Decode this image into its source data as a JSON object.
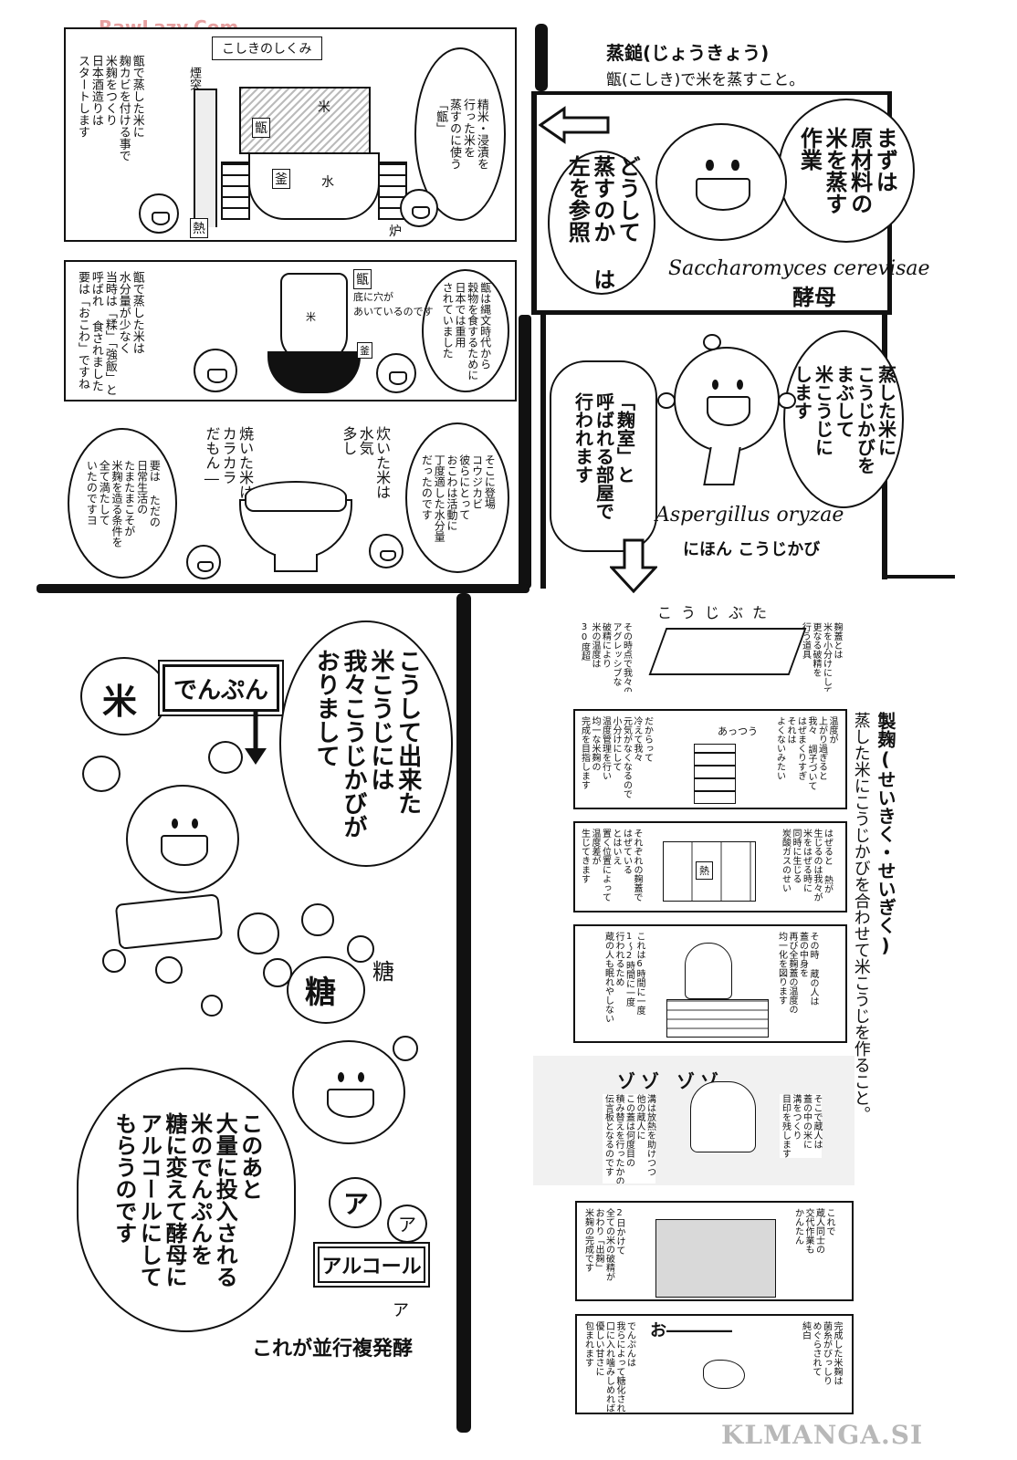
{
  "watermark_top": "RawLazy.Com",
  "watermark_bottom": "KLMANGA.SI",
  "heading": {
    "title": "蒸鎚(じょうきょう)",
    "subtitle": "甑(こしき)で米を蒸すこと。"
  },
  "panel1": {
    "label": "こしきのしくみ",
    "left_text": "甑で蒸した米に\n麹カビを付ける事で\n米麹をつくり\n日本酒造りは\nスタートします",
    "right_text": "精米・浸漬を\n行った米を\n蒸すのに使う\n「甑」",
    "diagram_labels": [
      "煙突",
      "甑",
      "米",
      "釜",
      "水",
      "熱",
      "炉"
    ]
  },
  "panel2": {
    "left_text": "甑で蒸した米は\n水分量が少なく\n当時は「糅」「強飯」と\n呼ばれ 食されました\n要は「おこわ」ですね",
    "right_text": "甑は縄文時代から\n穀物を食するために\n日本では重用\nされていました",
    "diagram_labels": [
      "甑",
      "底に穴が\nあいているのです",
      "米",
      "釜"
    ]
  },
  "panel3": {
    "left_text": "要は ただの\n日常生活の\nたまたまこそが\n米麹を造る条件を\n全て満たして\nいたのですヨ",
    "right_text": "そこに登場\nコウジカビ\n彼らにとって\nおこわは活動に\n丁度適した水分量\nだったのです",
    "note_baked": "焼いた米は\nカラカラ\nだもん―",
    "note_cooked": "炊いた米は\n水気\n多し"
  },
  "right_top": {
    "bubble1": "まずは\n原材料の\n米を蒸す\n作業",
    "bubble2": "どうして\n蒸すのか は\n左を参照",
    "latin": "Saccharomyces cerevisae",
    "latin_jp": "酵母"
  },
  "right_mid": {
    "bubble1": "蒸した米に\nこうじかびを\nまぶして\n米こうじに\nします",
    "bubble2": "「麹室」と\n呼ばれる部屋で\n行われます",
    "latin": "Aspergillus oryzae",
    "latin_jp": "にほん こうじかび"
  },
  "left_big": {
    "word_rice": "米",
    "word_starch": "でんぷん",
    "word_sugar": "糖",
    "word_a": "ア",
    "word_alcohol": "アルコール",
    "bubble1": "こうして出来た\n米こうじには\n我々こうじかびが\nおりまして",
    "bubble2": "このあと\n大量に投入される\n米のでんぷんを\n糖に変えて酵母に\nアルコールにして\nもらうのです",
    "caption": "これが並行複発酵"
  },
  "seikiku": {
    "title": "製麹(せいきく・せいぎく)",
    "subtitle": "蒸した米にこうじかびを合わせて米こうじを作ること。"
  },
  "strip": {
    "p1_label": "こうじぶた",
    "p1_text_a": "麹蓋とは\n米を小分けにして\n更なる破精を\n行う道具",
    "p1_text_b": "その時点で我々の\nアグレッシブな\n破精により\n米の温度は\n30度超",
    "p2_text_a": "温度が\n上がり過ぎると\n我々 調子づいて\nはぜまくりすぎ\nそれは\nよくないみたい",
    "p2_text_b": "だからって\n冷えて我々\n元気がなくなるので\n小分けにして\n温度管理を行い\n均一な米麹の\n完成を目指します",
    "p2_sfx": "あっつう",
    "p3_text_a": "はぜると 熱が\n生じるのは我々が\n米をはぜる時に\n同時に生じる\n炭酸ガスのせい",
    "p3_text_b": "それぞれの麹蓋で\nはぜている\nとはいえ\n置く位置によって\n温度差が\n生じてきます",
    "p3_sfx": "熱",
    "p4_text_a": "その時 蔵の人は\n蓋の中身を\n再び全麹蓋の温度の\n均一化を図ります",
    "p4_text_b": "これは6時間に一度\n1～2時間に一度\n行われるため\n蔵の人も眠れやしない",
    "p5_text_a": "そこで蔵人は\n蓋の中の米に\n溝をつくり\n目印を残します",
    "p5_text_b": "溝は放熱を助けつつ\n他の蔵人に\nこの蓋は何度目の\n積み替えを行ったかの\n伝言板となるのです",
    "p5_sfx": "ゾゾ  ゾゾ",
    "p6_text_a": "これで\n蔵人同士の\n交代作業も\nかんたん",
    "p6_text_b": "2日かけて\n全ての米の破精が\nおわり「出麹」\n米麹の完成です",
    "p7_text_a": "完成した米麹は\n菌糸がびっしり\nめぐらされて\n純白",
    "p7_text_b": "でんぷんは\n我らによって糖化され\n口に入れ噛みしめれば\n優しい甘さに\n包まれます",
    "p7_sfx": "お――――"
  }
}
